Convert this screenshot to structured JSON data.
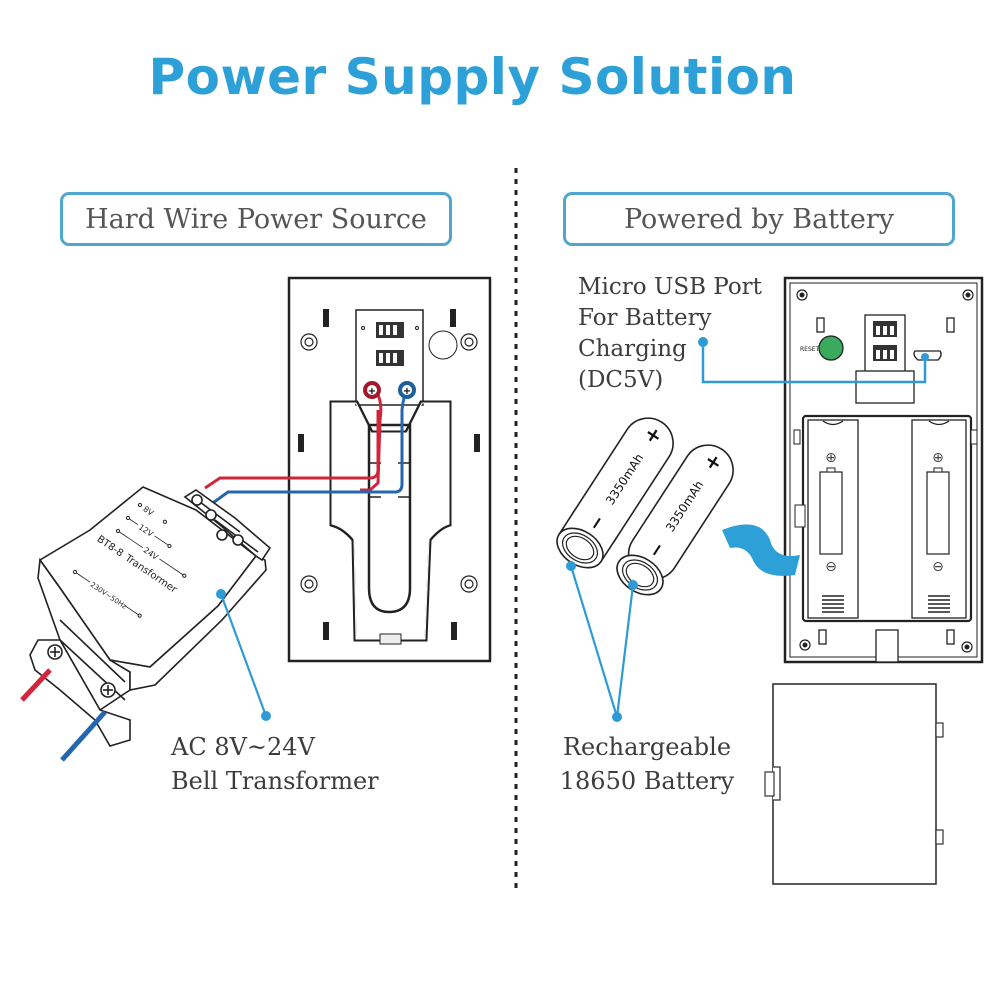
{
  "title": "Power Supply Solution",
  "colors": {
    "title": "#2ea0d8",
    "box_border": "#4fa6cf",
    "leader": "#2e9bd6",
    "wire_red": "#d2243a",
    "wire_blue": "#2566b0",
    "reset_button": "#3aaa5e",
    "arrow": "#2ea0d8"
  },
  "left_section": {
    "heading": "Hard Wire Power Source",
    "transformer": {
      "model": "BT8-8",
      "name": "Transformer",
      "taps": [
        "8V",
        "12V",
        "24V"
      ],
      "input": "230V~50Hz"
    },
    "caption_line1": "AC 8V~24V",
    "caption_line2": "Bell Transformer"
  },
  "right_section": {
    "heading": "Powered by Battery",
    "usb_label": [
      "Micro USB Port",
      "For Battery",
      "Charging",
      "(DC5V)"
    ],
    "reset_label": "RESET",
    "battery_capacity_1": "3350mAh",
    "battery_capacity_2": "3350mAh",
    "caption_line1": "Rechargeable",
    "caption_line2": "18650 Battery"
  },
  "icons": {
    "plus": "+",
    "minus": "−",
    "circled_plus": "⊕",
    "circled_minus": "⊖"
  }
}
